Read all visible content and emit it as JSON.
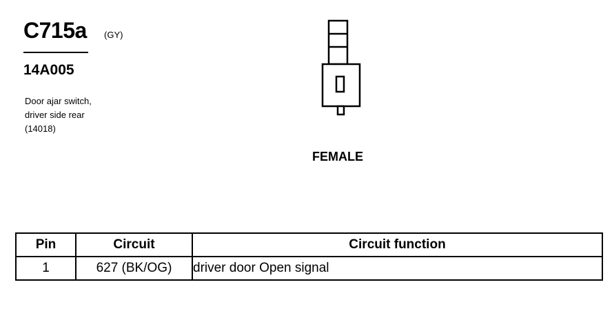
{
  "connector": {
    "id": "C715a",
    "wire_color": "(GY)",
    "part_number": "14A005",
    "description": [
      "Door ajar switch,",
      "driver side rear",
      "(14018)"
    ],
    "gender": "FEMALE"
  },
  "table": {
    "headers": [
      "Pin",
      "Circuit",
      "Circuit function"
    ],
    "rows": [
      {
        "pin": "1",
        "circuit": "627 (BK/OG)",
        "function": "driver door Open signal"
      }
    ]
  }
}
